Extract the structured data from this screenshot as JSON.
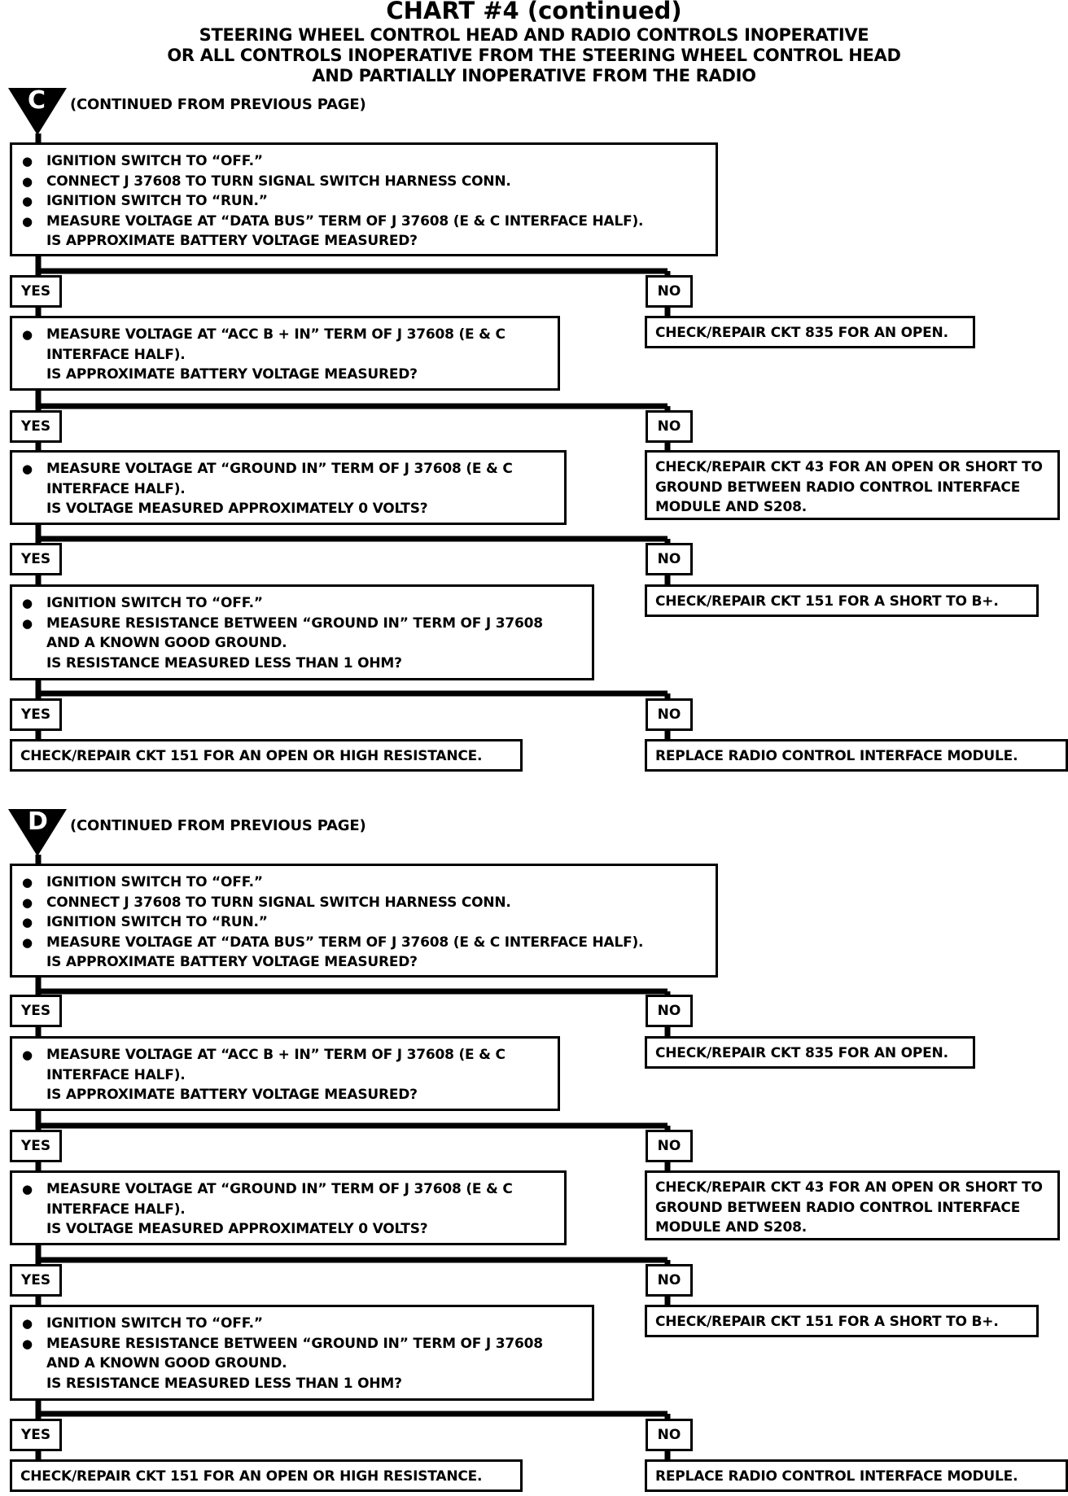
{
  "header": {
    "title": "CHART #4 (continued)",
    "lines": [
      "STEERING WHEEL CONTROL HEAD AND RADIO CONTROLS INOPERATIVE",
      "OR ALL CONTROLS INOPERATIVE FROM THE STEERING WHEEL CONTROL HEAD",
      "AND PARTIALLY INOPERATIVE FROM THE RADIO"
    ]
  },
  "sections": [
    {
      "entry": "C",
      "continued": "(CONTINUED FROM PREVIOUS PAGE)",
      "steps": [
        {
          "bullets": [
            "IGNITION SWITCH TO “OFF.”",
            "CONNECT J 37608 TO TURN SIGNAL SWITCH HARNESS CONN.",
            "IGNITION SWITCH TO “RUN.”",
            "MEASURE VOLTAGE AT “DATA BUS” TERM OF J 37608 (E & C INTERFACE HALF)."
          ],
          "question": "IS APPROXIMATE BATTERY VOLTAGE MEASURED?",
          "no": "CHECK/REPAIR CKT 835 FOR AN OPEN."
        },
        {
          "bullets": [
            "MEASURE VOLTAGE AT “ACC B + IN” TERM OF J 37608 (E & C",
            "INTERFACE HALF)."
          ],
          "question": "IS APPROXIMATE BATTERY VOLTAGE MEASURED?",
          "no": "CHECK/REPAIR CKT 43 FOR AN OPEN OR SHORT TO GROUND BETWEEN RADIO CONTROL INTERFACE MODULE AND S208."
        },
        {
          "bullets": [
            "MEASURE VOLTAGE AT “GROUND IN” TERM OF J 37608 (E & C",
            "INTERFACE HALF)."
          ],
          "question": "IS VOLTAGE MEASURED APPROXIMATELY 0 VOLTS?",
          "no": "CHECK/REPAIR CKT 151 FOR A SHORT TO B+."
        },
        {
          "bullets": [
            "IGNITION SWITCH TO “OFF.”",
            "MEASURE RESISTANCE BETWEEN “GROUND IN” TERM OF J 37608",
            "AND A KNOWN GOOD GROUND."
          ],
          "question": "IS RESISTANCE MEASURED LESS THAN 1 OHM?",
          "no": "REPLACE RADIO CONTROL INTERFACE MODULE."
        }
      ],
      "final_yes": "CHECK/REPAIR CKT 151 FOR AN OPEN OR HIGH RESISTANCE."
    },
    {
      "entry": "D",
      "continued": "(CONTINUED FROM PREVIOUS PAGE)",
      "steps": [
        {
          "bullets": [
            "IGNITION SWITCH TO “OFF.”",
            "CONNECT J 37608 TO TURN SIGNAL SWITCH HARNESS CONN.",
            "IGNITION SWITCH TO “RUN.”",
            "MEASURE VOLTAGE AT “DATA BUS” TERM OF J 37608 (E & C INTERFACE HALF)."
          ],
          "question": "IS APPROXIMATE BATTERY VOLTAGE MEASURED?",
          "no": "CHECK/REPAIR CKT 835 FOR AN OPEN."
        },
        {
          "bullets": [
            "MEASURE VOLTAGE AT “ACC B + IN” TERM OF J 37608 (E & C",
            "INTERFACE HALF)."
          ],
          "question": "IS APPROXIMATE BATTERY VOLTAGE MEASURED?",
          "no": "CHECK/REPAIR CKT 43 FOR AN OPEN OR SHORT TO GROUND BETWEEN RADIO CONTROL INTERFACE MODULE AND S208."
        },
        {
          "bullets": [
            "MEASURE VOLTAGE AT “GROUND IN” TERM OF J 37608 (E & C",
            "INTERFACE HALF)."
          ],
          "question": "IS VOLTAGE MEASURED APPROXIMATELY 0 VOLTS?",
          "no": "CHECK/REPAIR CKT 151 FOR A SHORT TO B+."
        },
        {
          "bullets": [
            "IGNITION SWITCH TO “OFF.”",
            "MEASURE RESISTANCE BETWEEN “GROUND IN” TERM OF J 37608",
            "AND A KNOWN GOOD GROUND."
          ],
          "question": "IS RESISTANCE MEASURED LESS THAN 1 OHM?",
          "no": "REPLACE RADIO CONTROL INTERFACE MODULE."
        }
      ],
      "final_yes": "CHECK/REPAIR CKT 151 FOR AN OPEN OR HIGH RESISTANCE."
    }
  ],
  "labels": {
    "yes": "YES",
    "no": "NO"
  }
}
